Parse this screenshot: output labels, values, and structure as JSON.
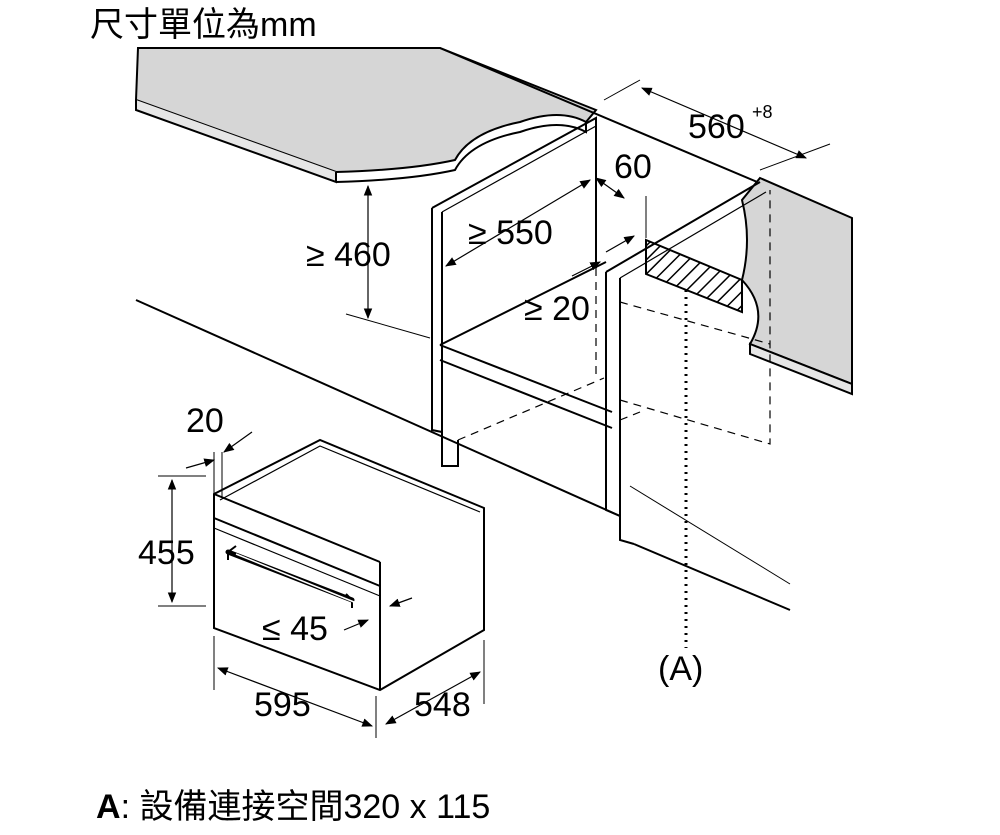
{
  "title": "尺寸單位為mm",
  "dimensions": {
    "niche_width": "560",
    "niche_width_tolerance": "+8",
    "gap_60": "60",
    "min_height": "≥ 460",
    "min_depth": "≥ 550",
    "min_gap": "≥ 20",
    "panel_thickness": "20",
    "oven_height": "455",
    "door_overhang": "≤ 45",
    "oven_width": "595",
    "oven_depth": "548"
  },
  "callout_label": "(A)",
  "footnote": {
    "key": "A",
    "text": ": 設備連接空間320 x 115"
  }
}
